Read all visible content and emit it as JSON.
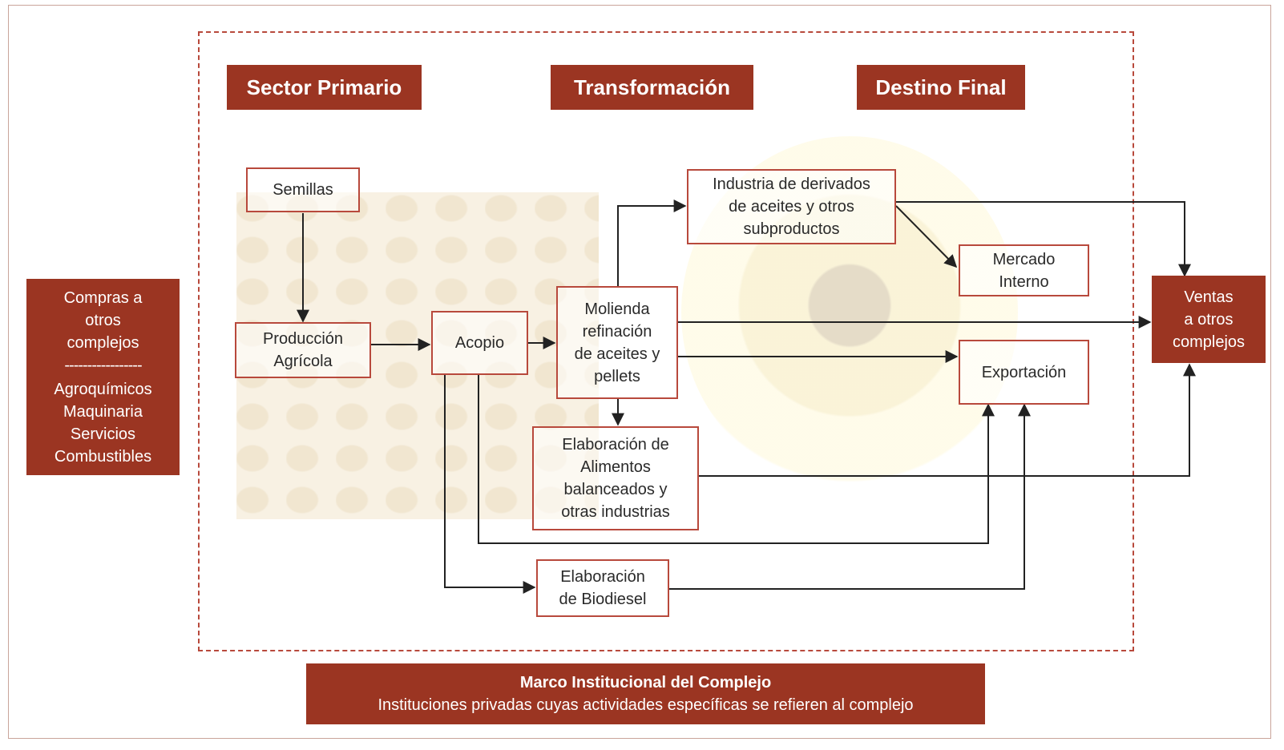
{
  "headers": {
    "sector_primario": "Sector Primario",
    "transformacion": "Transformación",
    "destino_final": "Destino Final"
  },
  "nodes": {
    "semillas": "Semillas",
    "produccion": "Producción\nAgrícola",
    "acopio": "Acopio",
    "molienda": "Molienda\nrefinación\nde aceites y\npellets",
    "industria": "Industria de derivados\nde aceites y otros\nsubproductos",
    "mercado": "Mercado\nInterno",
    "exportacion": "Exportación",
    "alimentos": "Elaboración de\nAlimentos\nbalanceados y\notras industrias",
    "biodiesel": "Elaboración\nde Biodiesel"
  },
  "compras": {
    "title": "Compras a\notros\ncomplejos",
    "separator": "-----------------",
    "items": "Agroquímicos\nMaquinaria\nServicios\nCombustibles"
  },
  "ventas": "Ventas\na otros\ncomplejos",
  "marco": {
    "title": "Marco Institucional del Complejo",
    "subtitle": "Instituciones privadas cuyas actividades específicas se refieren al complejo"
  },
  "colors": {
    "brand_dark": "#9b3522",
    "box_border": "#b8493c",
    "arrow": "#222222"
  }
}
